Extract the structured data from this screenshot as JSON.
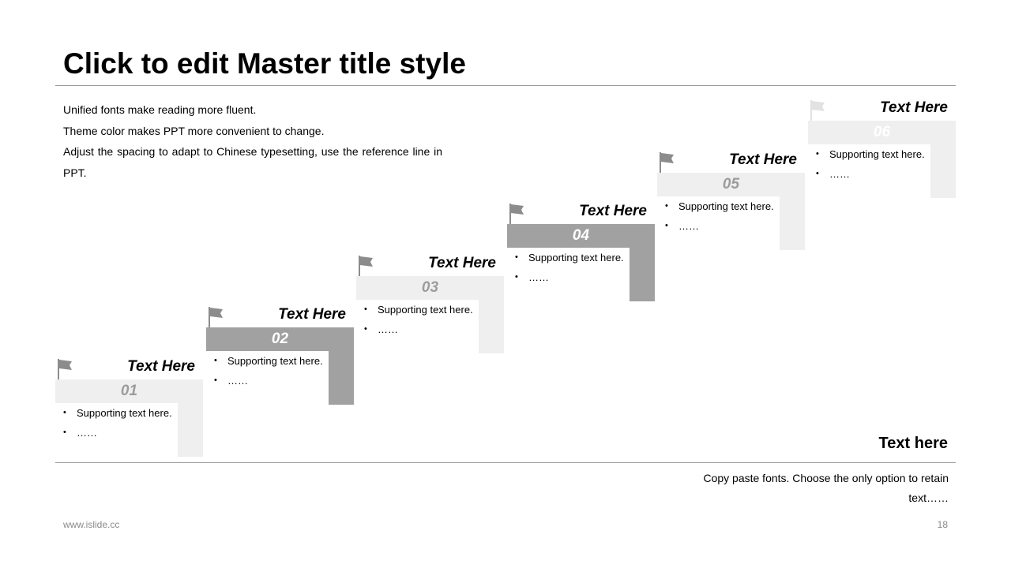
{
  "title": "Click to edit Master title style",
  "intro": [
    "Unified fonts make reading more fluent.",
    "Theme color makes PPT more convenient to change.",
    "Adjust the spacing to adapt to Chinese typesetting, use the reference line in PPT."
  ],
  "steps": [
    {
      "label": "Text Here",
      "number": "01",
      "bullets": [
        "Supporting text here.",
        "……"
      ]
    },
    {
      "label": "Text Here",
      "number": "02",
      "bullets": [
        "Supporting text here.",
        "……"
      ]
    },
    {
      "label": "Text Here",
      "number": "03",
      "bullets": [
        "Supporting text here.",
        "……"
      ]
    },
    {
      "label": "Text Here",
      "number": "04",
      "bullets": [
        "Supporting text here.",
        "……"
      ]
    },
    {
      "label": "Text Here",
      "number": "05",
      "bullets": [
        "Supporting text here.",
        "……"
      ]
    },
    {
      "label": "Text Here",
      "number": "06",
      "bullets": [
        "Supporting text here.",
        "……"
      ]
    }
  ],
  "footer": {
    "title": "Text here",
    "text": "Copy paste fonts. Choose the only option to retain text……"
  },
  "site": "www.islide.cc",
  "page_number": "18",
  "colors": {
    "light_fill": "#efefef",
    "dark_fill": "#a1a1a1",
    "flag": "#8c8c8c"
  }
}
